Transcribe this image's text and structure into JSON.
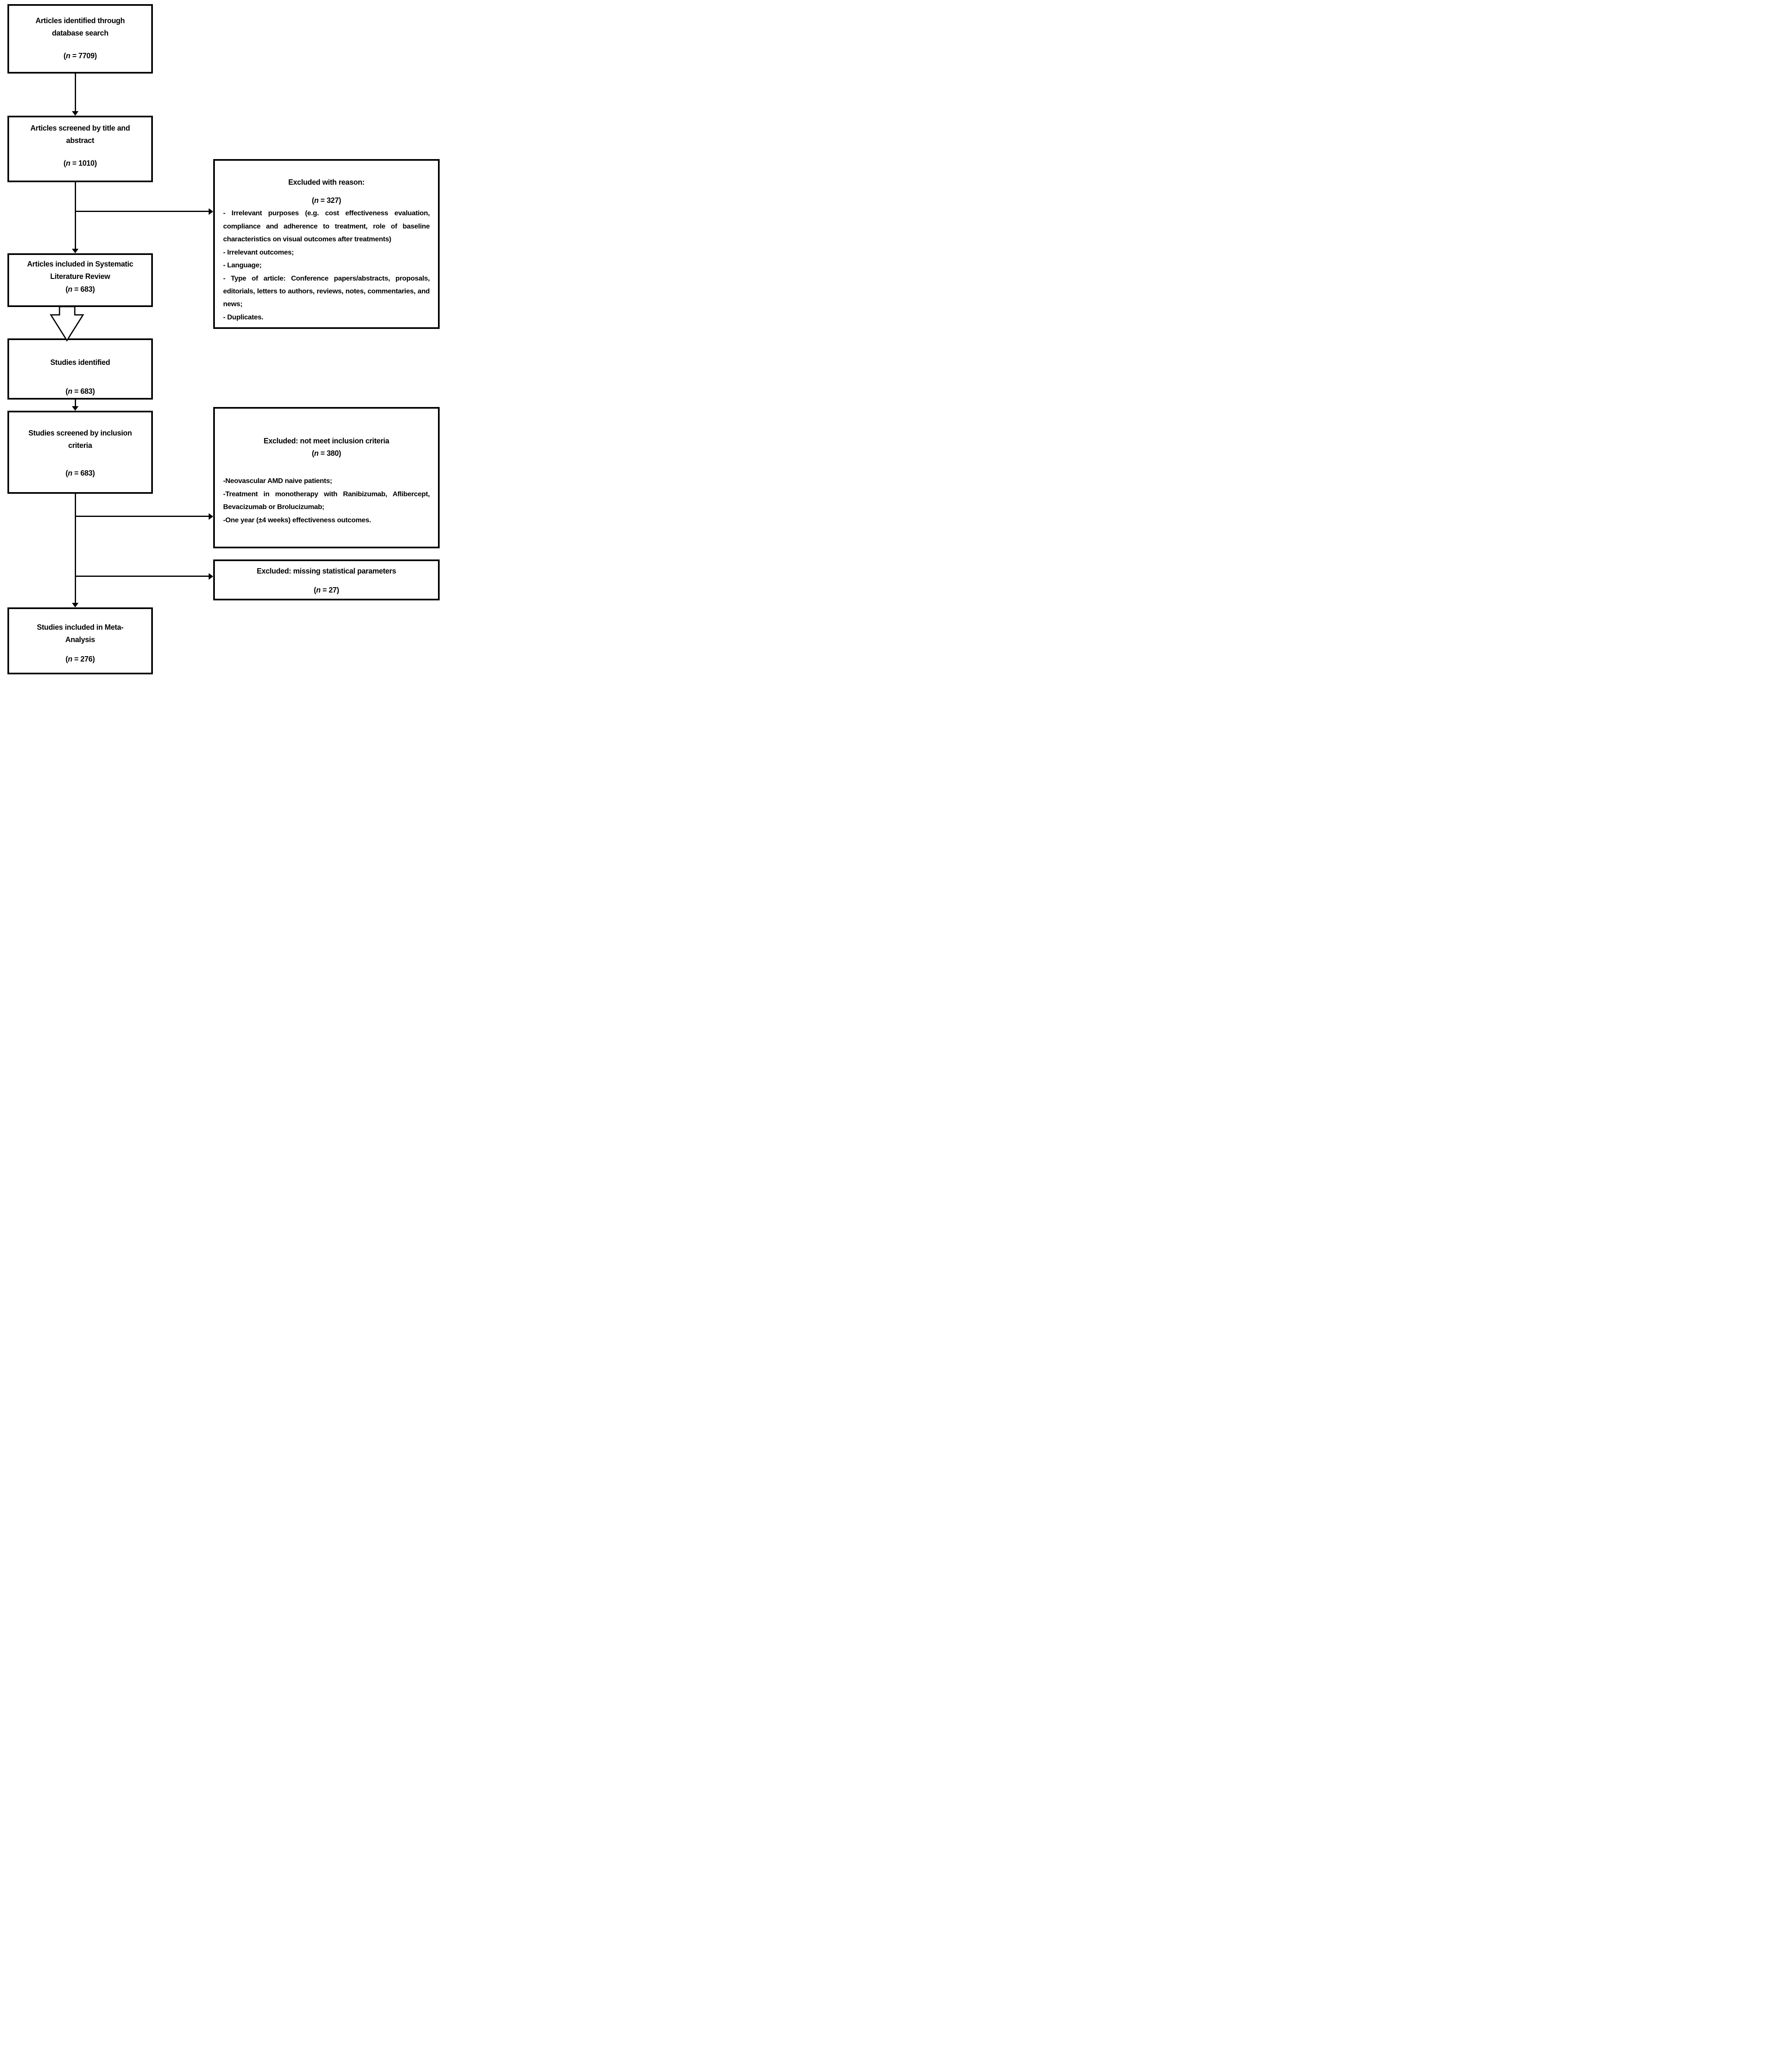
{
  "page": {
    "background": "#ffffff",
    "line_color": "#000000",
    "box_fill": "#ffffff"
  },
  "flow": {
    "box1": {
      "title_lines": [
        "Articles identified through",
        "database search"
      ],
      "count": [
        "(",
        "n",
        " = 7709)"
      ]
    },
    "box2": {
      "title_lines": [
        "Articles screened by title and",
        "abstract"
      ],
      "count": [
        "(",
        "n",
        " = 1010)"
      ]
    },
    "box3": {
      "title_lines": [
        "Articles included in Systematic",
        "Literature Review"
      ],
      "count": [
        "(",
        "n",
        " = 683)"
      ]
    },
    "box4": {
      "title_lines": [
        "Studies identified"
      ],
      "count": [
        "(",
        "n",
        " = 683)"
      ]
    },
    "box5": {
      "title_lines": [
        "Studies screened by inclusion",
        "criteria"
      ],
      "count": [
        "(",
        "n",
        " = 683)"
      ]
    },
    "box6": {
      "title_lines": [
        "Studies included in Meta-",
        "Analysis"
      ],
      "count": [
        "(",
        "n",
        " = 276)"
      ]
    }
  },
  "exclusions": {
    "ex1": {
      "title": "Excluded with reason:",
      "count": [
        "(",
        "n",
        " = 327)"
      ],
      "reasons": [
        "- Irrelevant purposes (e.g. cost effectiveness evaluation, compliance and adherence to treatment, role of baseline characteristics on visual outcomes after treatments)",
        "- Irrelevant outcomes;",
        "- Language;",
        "- Type of article: Conference papers/abstracts, proposals, editorials, letters to authors, reviews, notes, commentaries, and news;",
        "- Duplicates."
      ]
    },
    "ex2": {
      "title": "Excluded: not meet inclusion criteria",
      "count": [
        "(",
        "n",
        " = 380)"
      ],
      "criteria": [
        "-Neovascular AMD naive patients;",
        "-Treatment in monotherapy with Ranibizumab, Aflibercept, Bevacizumab or Brolucizumab;",
        "-One year (±4 weeks) effectiveness outcomes."
      ]
    },
    "ex3": {
      "title": "Excluded: missing statistical parameters",
      "count": [
        "(",
        "n",
        " = 27)"
      ]
    }
  }
}
